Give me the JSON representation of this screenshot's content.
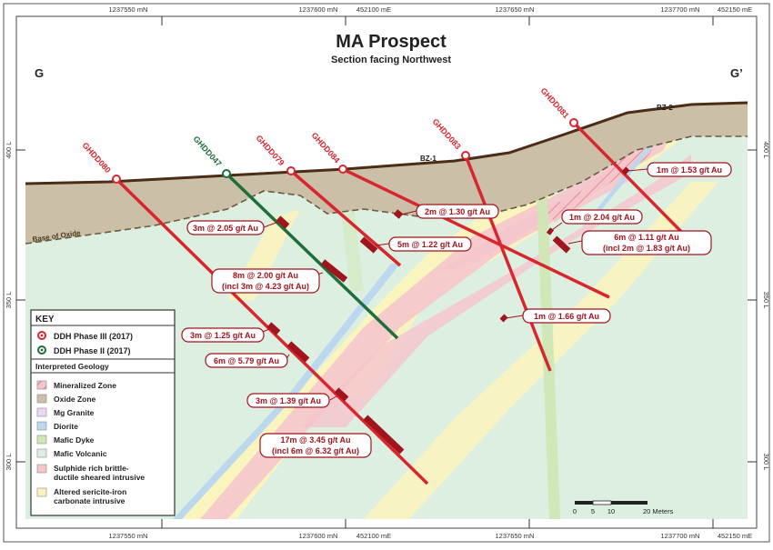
{
  "map": {
    "title": "MA Prospect",
    "subtitle": "Section facing Northwest",
    "section_start": "G",
    "section_end": "G’",
    "grid_top": [
      "1237550 mN",
      "1237600 mN",
      "452100 mE",
      "1237650 mN",
      "1237700 mN",
      "452150 mE"
    ],
    "grid_bottom": [
      "1237550 mN",
      "1237600 mN",
      "452100 mE",
      "1237650 mN",
      "1237700 mN",
      "452150 mE"
    ],
    "elevations": [
      "400 L",
      "350 L",
      "300 L"
    ],
    "base_of_oxide": "Base of Oxide",
    "labels": {
      "bz1": "BZ-1",
      "bz2": "BZ-2"
    },
    "holes": [
      {
        "id": "GHDD080",
        "phase": "III"
      },
      {
        "id": "GHDD047",
        "phase": "II"
      },
      {
        "id": "GHDD079",
        "phase": "III"
      },
      {
        "id": "GHDD084",
        "phase": "III"
      },
      {
        "id": "GHDD083",
        "phase": "III"
      },
      {
        "id": "GHDD081",
        "phase": "III"
      }
    ],
    "intercepts": [
      {
        "text": [
          "3m @ 2.05 g/t Au"
        ]
      },
      {
        "text": [
          "2m @ 1.30 g/t Au"
        ]
      },
      {
        "text": [
          "5m @ 1.22 g/t Au"
        ]
      },
      {
        "text": [
          "8m @ 2.00 g/t Au",
          "(incl 3m @ 4.23 g/t Au)"
        ]
      },
      {
        "text": [
          "1m @ 1.53 g/t Au"
        ]
      },
      {
        "text": [
          "1m @ 2.04 g/t Au"
        ]
      },
      {
        "text": [
          "6m @ 1.11 g/t Au",
          "(incl 2m @ 1.83 g/t Au)"
        ]
      },
      {
        "text": [
          "1m @ 1.66 g/t Au"
        ]
      },
      {
        "text": [
          "3m @ 1.25 g/t Au"
        ]
      },
      {
        "text": [
          "6m @ 5.79 g/t Au"
        ]
      },
      {
        "text": [
          "3m @ 1.39 g/t Au"
        ]
      },
      {
        "text": [
          "17m @ 3.45 g/t Au",
          "(incl 6m @ 6.32 g/t Au)"
        ]
      }
    ],
    "scale": {
      "ticks": [
        "0",
        "5",
        "10",
        "20 Meters"
      ]
    },
    "colors": {
      "mafic_volcanic": "#dcefe1",
      "oxide": "#cbbfa8",
      "mineralized_pink": "#f4c6cc",
      "carbonate_yellow": "#fbf3bd",
      "diorite_blue": "#bcd8ef",
      "mafic_dyke_green": "#cfe6b5",
      "phase3_hole": "#d8262e",
      "phase2_hole": "#1f6e3c",
      "intercept": "#a0141e",
      "sky": "#ffffff"
    }
  },
  "key": {
    "title": "KEY",
    "drill_items": [
      {
        "label": "DDH Phase III (2017)"
      },
      {
        "label": "DDH Phase II (2017)"
      }
    ],
    "geology_title": "Interpreted Geology",
    "geology_items": [
      {
        "label": "Mineralized Zone",
        "color": "#f4c6cc"
      },
      {
        "label": "Oxide Zone",
        "color": "#cbbfa8"
      },
      {
        "label": "Mg Granite",
        "color": "#e9d8f2"
      },
      {
        "label": "Diorite",
        "color": "#bcd8ef"
      },
      {
        "label": "Mafic Dyke",
        "color": "#cfe6b5"
      },
      {
        "label": "Mafic Volcanic",
        "color": "#dcefe1"
      },
      {
        "label": "Sulphide rich brittle-",
        "label2": "ductile sheared intrusive",
        "color": "#f4c6cc"
      },
      {
        "label": "Altered sericite-iron",
        "label2": "carbonate intrusive",
        "color": "#fbf3bd"
      }
    ]
  }
}
